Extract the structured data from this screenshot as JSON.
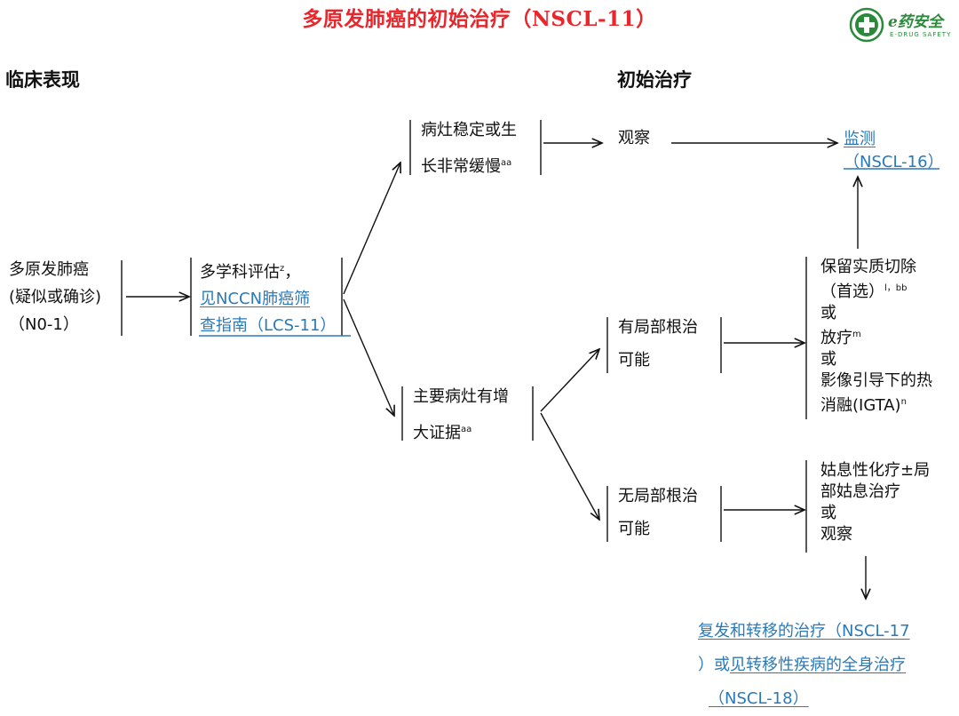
{
  "title": "多原发肺癌的初始治疗（NSCL-11）",
  "logo": {
    "brand": "e药安全",
    "sub": "E-DRUG SAFETY"
  },
  "headers": {
    "left": "临床表现",
    "right": "初始治疗"
  },
  "nodes": {
    "presentation": {
      "l1": "多原发肺癌",
      "l2": "(疑似或确诊)",
      "l3": "（N0-1）"
    },
    "eval": {
      "l1": "多学科评估",
      "sup": "z",
      "comma": "，",
      "link1": "见NCCN肺癌筛",
      "link2": "查指南（LCS-11）"
    },
    "stable": {
      "l1": "病灶稳定或生",
      "l2": "长非常缓慢",
      "sup": "aa"
    },
    "growth": {
      "l1": "主要病灶有增",
      "l2": "大证据",
      "sup": "aa"
    },
    "observe": {
      "l1": "观察"
    },
    "monitor": {
      "link1": "监测",
      "link2": "（NSCL-16）"
    },
    "local_yes": {
      "l1": "有局部根治",
      "l2": "可能"
    },
    "local_no": {
      "l1": "无局部根治",
      "l2": "可能"
    },
    "local_tx": {
      "l1": "保留实质切除",
      "l2": "（首选）",
      "sup2": "l，bb",
      "l3": "或",
      "l4": "放疗",
      "sup4": "m",
      "l5": "或",
      "l6": "影像引导下的热",
      "l7": "消融(IGTA)",
      "sup7": "n"
    },
    "palliative": {
      "l1": "姑息性化疗±局",
      "l2": "部姑息治疗",
      "l3": "或",
      "l4": "观察"
    },
    "recurrence": {
      "link1": "复发和转移的治疗（NSCL-17",
      "or_prefix": "）或",
      "link2": "见转移性疾病的全身治疗",
      "link3": "（NSCL-18）"
    }
  }
}
